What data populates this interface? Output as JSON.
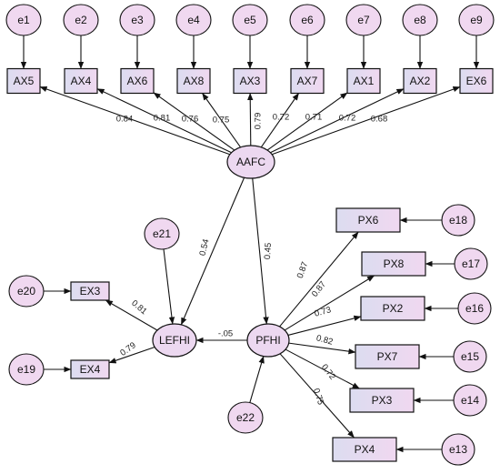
{
  "diagram": {
    "colors": {
      "observed_fill_start": "#dcdcf0",
      "observed_fill_end": "#f0d8f0",
      "latent_fill": "#ecd8f0",
      "error_fill": "#f0d8f0",
      "line": "#111111"
    },
    "latents": [
      {
        "id": "AAFC",
        "label": "AAFC"
      },
      {
        "id": "PFHI",
        "label": "PFHI"
      },
      {
        "id": "LEFHI",
        "label": "LEFHI"
      }
    ],
    "indicators": [
      {
        "id": "AX5",
        "label": "AX5"
      },
      {
        "id": "AX4",
        "label": "AX4"
      },
      {
        "id": "AX6",
        "label": "AX6"
      },
      {
        "id": "AX8",
        "label": "AX8"
      },
      {
        "id": "AX3",
        "label": "AX3"
      },
      {
        "id": "AX7",
        "label": "AX7"
      },
      {
        "id": "AX1",
        "label": "AX1"
      },
      {
        "id": "AX2",
        "label": "AX2"
      },
      {
        "id": "EX6",
        "label": "EX6"
      },
      {
        "id": "PX6",
        "label": "PX6"
      },
      {
        "id": "PX8",
        "label": "PX8"
      },
      {
        "id": "PX2",
        "label": "PX2"
      },
      {
        "id": "PX7",
        "label": "PX7"
      },
      {
        "id": "PX3",
        "label": "PX3"
      },
      {
        "id": "PX4",
        "label": "PX4"
      },
      {
        "id": "EX3",
        "label": "EX3"
      },
      {
        "id": "EX4",
        "label": "EX4"
      }
    ],
    "errors": [
      {
        "id": "e1",
        "label": "e1",
        "target": "AX5"
      },
      {
        "id": "e2",
        "label": "e2",
        "target": "AX4"
      },
      {
        "id": "e3",
        "label": "e3",
        "target": "AX6"
      },
      {
        "id": "e4",
        "label": "e4",
        "target": "AX8"
      },
      {
        "id": "e5",
        "label": "e5",
        "target": "AX3"
      },
      {
        "id": "e6",
        "label": "e6",
        "target": "AX7"
      },
      {
        "id": "e7",
        "label": "e7",
        "target": "AX1"
      },
      {
        "id": "e8",
        "label": "e8",
        "target": "AX2"
      },
      {
        "id": "e9",
        "label": "e9",
        "target": "EX6"
      },
      {
        "id": "e18",
        "label": "e18",
        "target": "PX6"
      },
      {
        "id": "e17",
        "label": "e17",
        "target": "PX8"
      },
      {
        "id": "e16",
        "label": "e16",
        "target": "PX2"
      },
      {
        "id": "e15",
        "label": "e15",
        "target": "PX7"
      },
      {
        "id": "e14",
        "label": "e14",
        "target": "PX3"
      },
      {
        "id": "e13",
        "label": "e13",
        "target": "PX4"
      },
      {
        "id": "e20",
        "label": "e20",
        "target": "EX3"
      },
      {
        "id": "e19",
        "label": "e19",
        "target": "EX4"
      },
      {
        "id": "e21",
        "label": "e21",
        "target": "LEFHI"
      },
      {
        "id": "e22",
        "label": "e22",
        "target": "PFHI"
      }
    ],
    "paths": [
      {
        "from": "AAFC",
        "to": "AX5",
        "coef": "0.84"
      },
      {
        "from": "AAFC",
        "to": "AX4",
        "coef": "0.81"
      },
      {
        "from": "AAFC",
        "to": "AX6",
        "coef": "0.76"
      },
      {
        "from": "AAFC",
        "to": "AX8",
        "coef": "0.75"
      },
      {
        "from": "AAFC",
        "to": "AX3",
        "coef": "0.79"
      },
      {
        "from": "AAFC",
        "to": "AX7",
        "coef": "0.72"
      },
      {
        "from": "AAFC",
        "to": "AX1",
        "coef": "0.71"
      },
      {
        "from": "AAFC",
        "to": "AX2",
        "coef": "0.72"
      },
      {
        "from": "AAFC",
        "to": "EX6",
        "coef": "0.68"
      },
      {
        "from": "AAFC",
        "to": "LEFHI",
        "coef": "0.54"
      },
      {
        "from": "AAFC",
        "to": "PFHI",
        "coef": "0.45"
      },
      {
        "from": "PFHI",
        "to": "LEFHI",
        "coef": "-.05"
      },
      {
        "from": "PFHI",
        "to": "PX6",
        "coef": "0.87"
      },
      {
        "from": "PFHI",
        "to": "PX8",
        "coef": "0.87"
      },
      {
        "from": "PFHI",
        "to": "PX2",
        "coef": "0.73"
      },
      {
        "from": "PFHI",
        "to": "PX7",
        "coef": "0.82"
      },
      {
        "from": "PFHI",
        "to": "PX3",
        "coef": "0.72"
      },
      {
        "from": "PFHI",
        "to": "PX4",
        "coef": "0.75"
      },
      {
        "from": "LEFHI",
        "to": "EX3",
        "coef": "0.81"
      },
      {
        "from": "LEFHI",
        "to": "EX4",
        "coef": "0.79"
      }
    ]
  }
}
